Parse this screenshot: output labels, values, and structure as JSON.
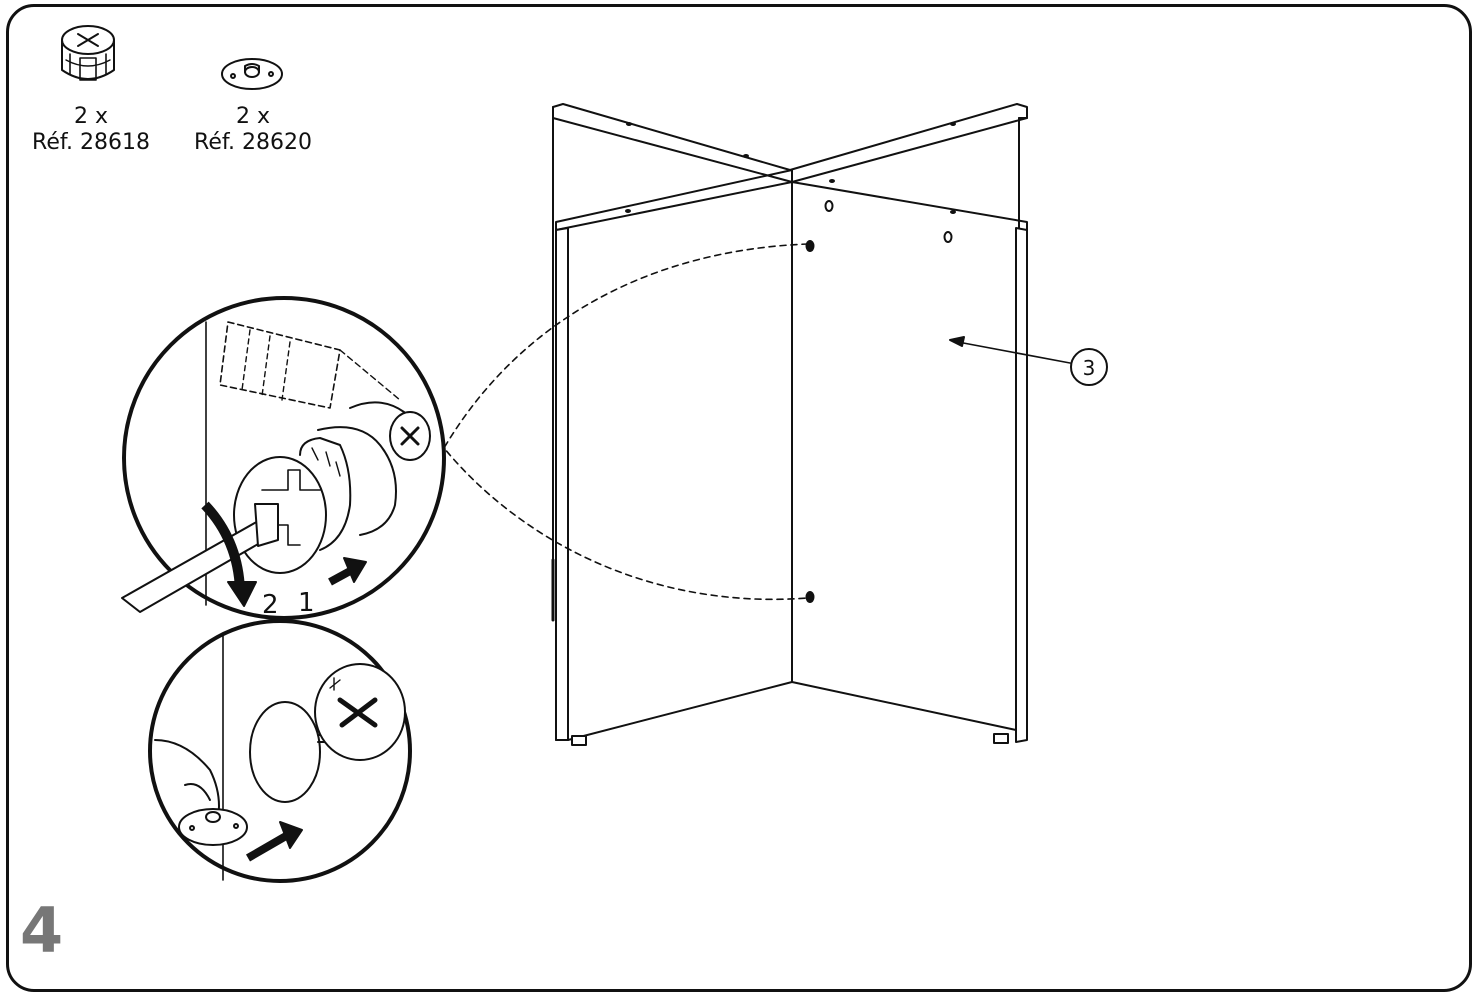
{
  "parts": [
    {
      "qty": "2 x",
      "ref": "Réf. 28618",
      "icon": "cam-lock-icon"
    },
    {
      "qty": "2 x",
      "ref": "Réf. 28620",
      "icon": "cam-plate-icon"
    }
  ],
  "callout_part": "3",
  "steps": [
    "2",
    "1"
  ],
  "step_number": "4"
}
